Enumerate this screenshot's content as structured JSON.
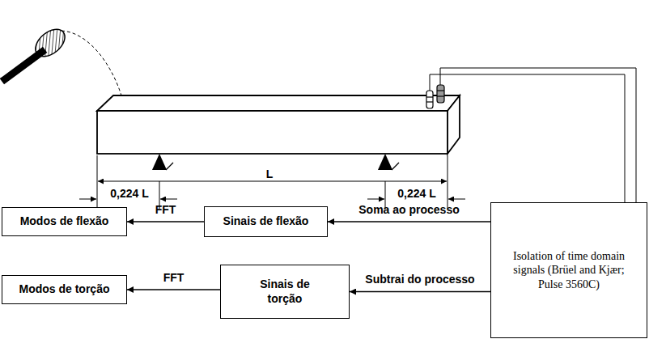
{
  "diagram": {
    "nodes": [
      {
        "text": [
          "Modos de flexão"
        ]
      },
      {
        "text": [
          "Sinais de flexão"
        ]
      },
      {
        "text": [
          "Modos de torção"
        ]
      },
      {
        "text": [
          "Sinais de torção"
        ]
      },
      {
        "text": [
          "Isolation of time domain signals (Brüel and Kjær; Pulse 3560C)"
        ]
      }
    ],
    "edges": [
      {
        "from": 4,
        "to": 1,
        "label": "Soma ao processo",
        "arrow": "to"
      },
      {
        "from": 1,
        "to": 0,
        "label": "FFT",
        "arrow": "to"
      },
      {
        "from": 4,
        "to": 3,
        "label": "Subtrai do processo",
        "arrow": "to"
      },
      {
        "from": 3,
        "to": 2,
        "label": "FFT",
        "arrow": "to"
      }
    ],
    "labels": [
      "L",
      "0,224 L",
      "0,224 L"
    ]
  }
}
